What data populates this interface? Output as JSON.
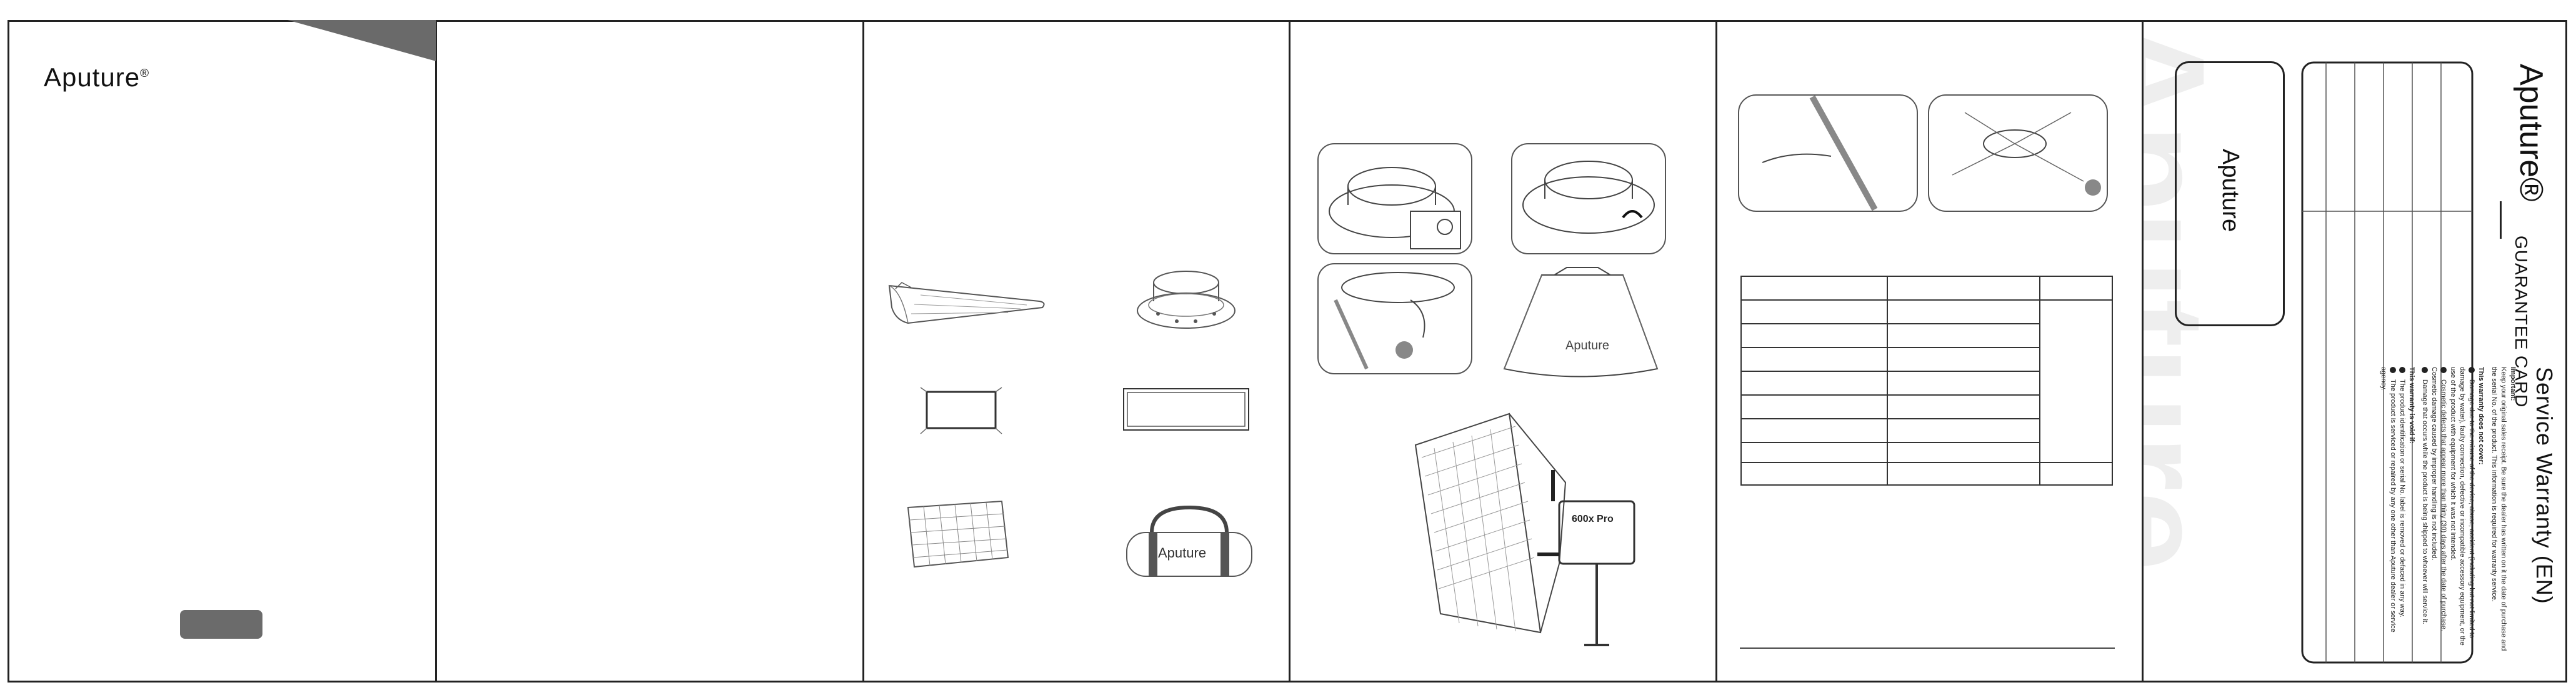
{
  "panel1": {
    "brand": "Aputure",
    "reg_mark": "®"
  },
  "panel4": {
    "logo_text": "Aputure"
  },
  "bag": {
    "logo_text": "Aputure"
  },
  "softbox": {
    "logo_text": "Aputure"
  },
  "light": {
    "model_text": "600x Pro"
  },
  "warranty": {
    "brand": "Aputure",
    "reg_mark": "®",
    "card_title": "GUARANTEE CARD",
    "service_title": "Service Warranty (EN)",
    "important_head": "Important:",
    "important_body": "Keep your original sales receipt. Be sure the dealer has written on it the date of purchase and the serial No. of the product. This information is required for warranty service.",
    "not_cover_head": "This warranty does not cover:",
    "not_cover_items": [
      "Damage due to the misuse of the device, abuse, accident (including but not limited to damage by water), faulty connection, defective or incompatible accessory equipment, or the use of the product with equipment for which it was not intended.",
      "Cosmetic defects that appear more than thirty (30) days after the date of purchase. Cosmetic damage caused by improper handling is not included.",
      "Damage that occurs while the product is being shipped to whoever will service it."
    ],
    "void_head": "This warranty is void if:",
    "void_items": [
      "The product identification or serial No. label is removed or defaced in any way.",
      "The product is serviced or repaired by any one other than Aputure dealer or service agency."
    ],
    "stamp_logo": "Aputure",
    "watermark": "Aputure"
  }
}
